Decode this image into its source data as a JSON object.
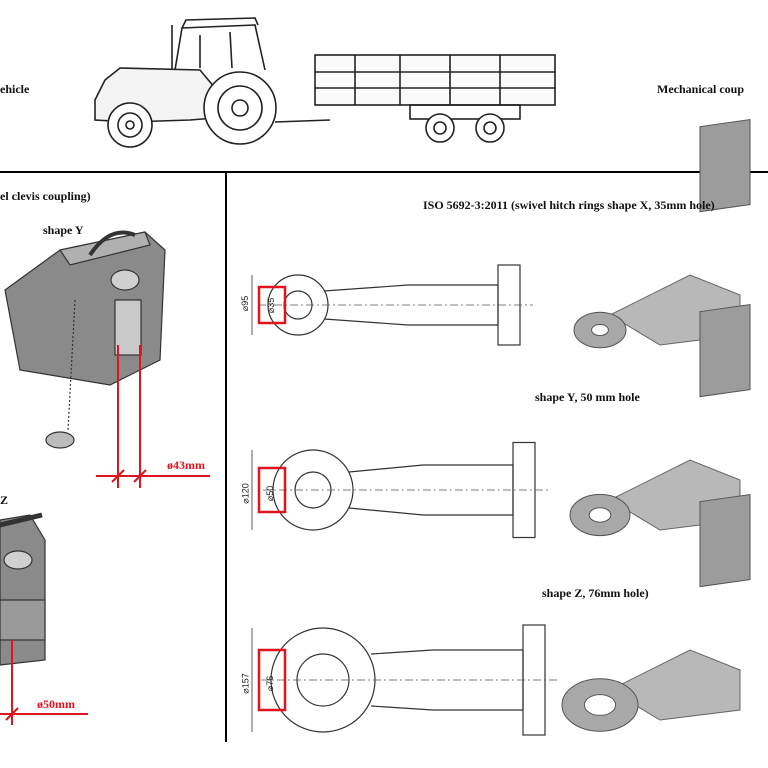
{
  "header": {
    "left_label": "ehicle",
    "right_label": "Mechanical coup"
  },
  "left_panel": {
    "title": "el clevis coupling)",
    "shape_y_label": "shape Y",
    "shape_y_dim": "ø43mm",
    "shape_z_label": "Z",
    "shape_z_dim": "ø50mm"
  },
  "right_panel": {
    "title": "ISO 5692-3:2011 (swivel hitch rings shape X, 35mm hole)",
    "shape_y_label": "shape Y, 50 mm hole",
    "shape_z_label": "shape Z, 76mm hole)",
    "drawings": [
      {
        "outer": "⌀95",
        "inner": "⌀35"
      },
      {
        "outer": "⌀120",
        "inner": "⌀50"
      },
      {
        "outer": "⌀157",
        "inner": "⌀76"
      }
    ]
  },
  "colors": {
    "accent_red": "#e0141e",
    "line": "#222222"
  }
}
